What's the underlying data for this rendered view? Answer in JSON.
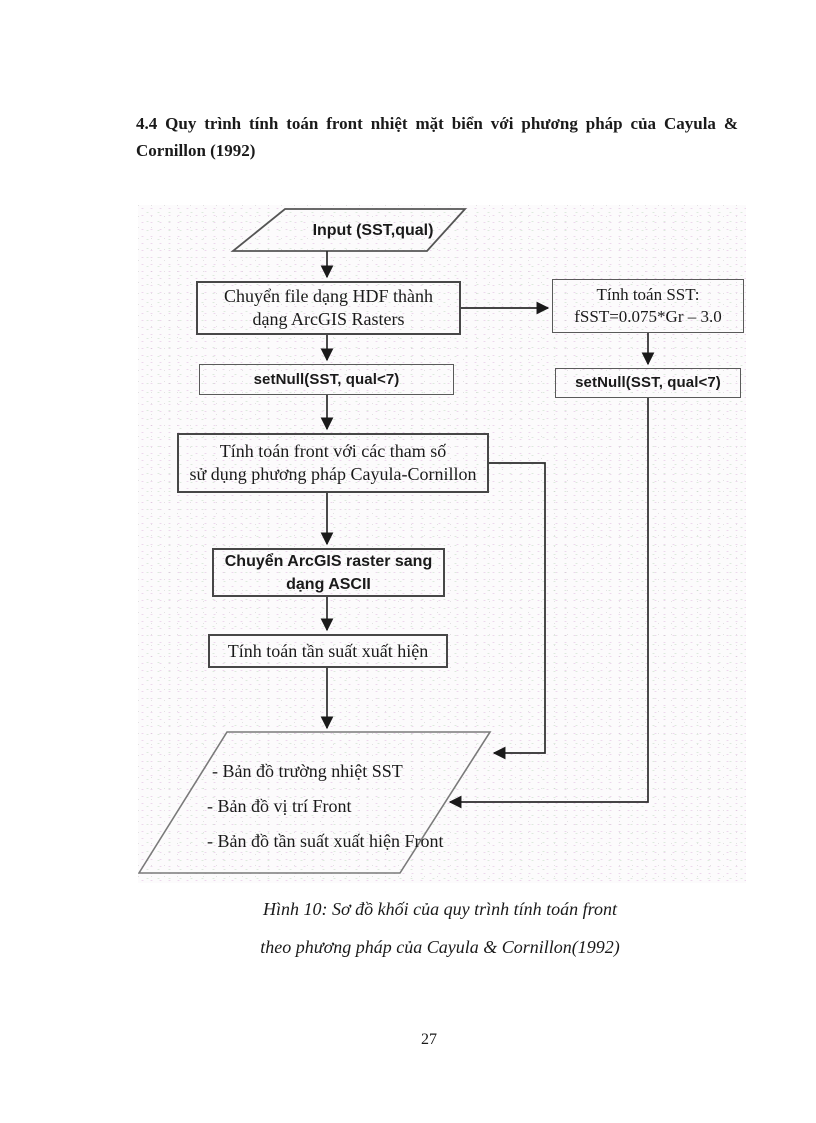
{
  "page": {
    "heading_line1": "4.4 Quy trình tính toán front nhiệt mặt biển với phương pháp của Cayula &",
    "heading_line2": "Cornillon (1992)",
    "page_number": "27"
  },
  "figure": {
    "caption_line1": "Hình 10: Sơ đồ khối của quy trình tính toán front",
    "caption_line2": "theo phương pháp của Cayula & Cornillon(1992)"
  },
  "flowchart": {
    "nodes": {
      "input": {
        "shape": "parallelogram",
        "label": "Input (SST,qual)"
      },
      "hdf": {
        "shape": "process",
        "line1": "Chuyển file dạng HDF thành",
        "line2": "dạng ArcGIS Rasters"
      },
      "setnull_left": {
        "shape": "process",
        "label": "setNull(SST, qual<7)"
      },
      "sst_calc": {
        "shape": "process",
        "line1": "Tính toán SST:",
        "line2": "fSST=0.075*Gr – 3.0"
      },
      "setnull_right": {
        "shape": "process",
        "label": "setNull(SST, qual<7)"
      },
      "front": {
        "shape": "process",
        "line1": "Tính toán front với các tham số",
        "line2": "sử dụng phương pháp Cayula-Cornillon"
      },
      "ascii": {
        "shape": "process",
        "line1": "Chuyển ArcGIS raster sang",
        "line2": "dạng ASCII"
      },
      "freq": {
        "shape": "process",
        "label": "Tính toán tần suất xuất hiện"
      },
      "output": {
        "shape": "parallelogram",
        "items": [
          "-  Bản đồ trường nhiệt SST",
          "- Bản đồ vị trí Front",
          "- Bản đồ tần suất xuất hiện Front"
        ]
      }
    },
    "colors": {
      "ink": "#1a1a1a",
      "box_border": "#474747",
      "connector": "#2b2b2b",
      "parallelogram_border": "#7a7a7a",
      "canvas_bg": "#fcfbfc"
    }
  }
}
